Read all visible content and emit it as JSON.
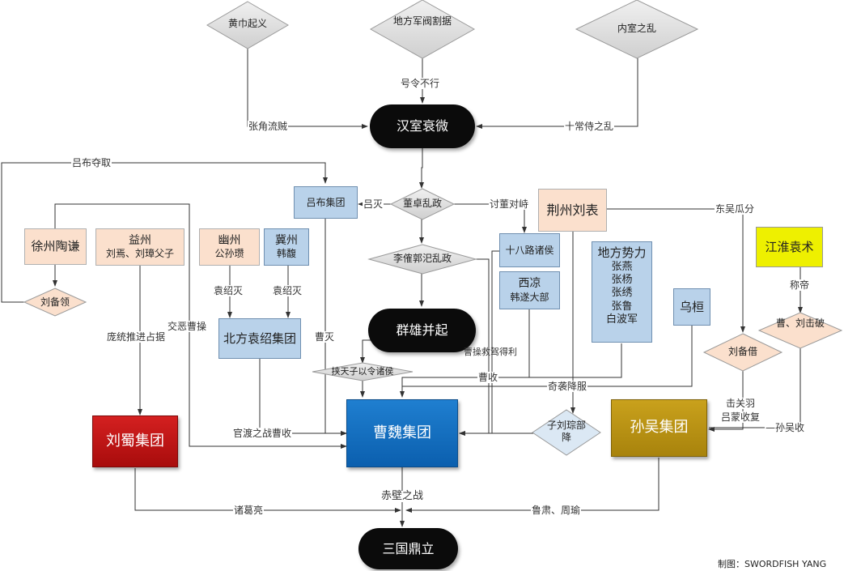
{
  "causes": {
    "huangjin": "黄巾起义",
    "junfa": "地方军阀割据",
    "neishi": "内室之乱"
  },
  "center": {
    "hanshi": "汉室衰微",
    "dongzhuo": "董卓乱政",
    "lijue": "李傕郭汜乱政",
    "qunxiong": "群雄并起",
    "xietianzi": "挟天子以令诸侯",
    "sanguo": "三国鼎立"
  },
  "nodes": {
    "lvbu": "吕布集团",
    "xuzhou": "徐州陶谦",
    "liubei_ling": "刘备领",
    "yizhou": {
      "title": "益州",
      "sub": "刘焉、刘璋父子"
    },
    "youzhou": {
      "title": "幽州",
      "sub": "公孙瓒"
    },
    "jizhou": {
      "title": "冀州",
      "sub": "韩馥"
    },
    "yuanshao": "北方袁绍集团",
    "shibalu": "十八路诸侯",
    "xiliang": {
      "title": "西凉",
      "sub": "韩遂大部"
    },
    "jingzhou": "荆州刘表",
    "difang": {
      "title": "地方势力",
      "items": [
        "张燕",
        "张杨",
        "张绣",
        "张鲁",
        "白波军"
      ]
    },
    "wuhuan": "乌桓",
    "jianghuai": "江淮袁术",
    "caoliu": "曹、刘击破",
    "liubei_jie": "刘备借",
    "zilicong": "子刘琮部降",
    "wei": "曹魏集团",
    "shu": "刘蜀集团",
    "wu": "孙吴集团"
  },
  "labels": {
    "haoling": "号令不行",
    "zhangjiao": "张角流贼",
    "shichang": "十常侍之乱",
    "lvbu_duoqu": "吕布夺取",
    "lvtian": "吕灭",
    "taodong": "讨董对峙",
    "dongwu": "东吴瓜分",
    "chengdi": "称帝",
    "yuanshaomie1": "袁绍灭",
    "yuanshaomie2": "袁绍灭",
    "jiaowu": "交恶曹操",
    "pangtong": "庞统推进占据",
    "caomie": "曹灭",
    "caocao_jiujia": "曹操救驾得利",
    "caoshou": "曹收",
    "qixi": "奇袭降服",
    "guandu": "官渡之战曹收",
    "jiguanyu1": "击关羽",
    "jiguanyu2": "吕蒙收复",
    "sunwushou": "—孙吴收",
    "chibi": "赤壁之战",
    "zhugeliang": "诸葛亮",
    "lusu": "鲁肃、周瑜"
  },
  "credit": "制图：SWORDFISH YANG"
}
